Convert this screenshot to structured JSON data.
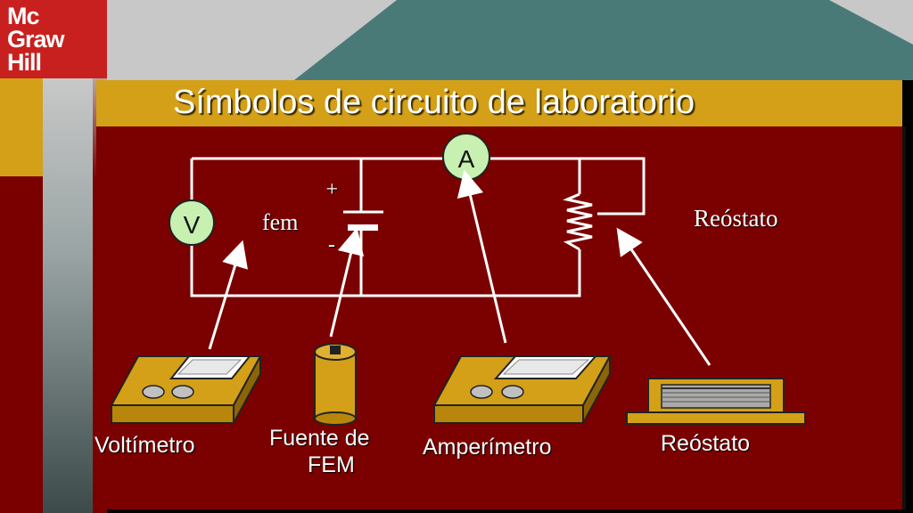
{
  "logo": {
    "line1": "Mc",
    "line2": "Graw",
    "line3": "Hill"
  },
  "slide": {
    "title": "Símbolos de circuito de laboratorio"
  },
  "circuit": {
    "voltmeter_symbol": "V",
    "ammeter_symbol": "A",
    "emf_label": "fem",
    "plus_sign": "+",
    "minus_sign": "-",
    "rheostat_label": "Reóstato"
  },
  "devices": {
    "voltmeter": "Voltímetro",
    "emf_source_line1": "Fuente de",
    "emf_source_line2": "FEM",
    "ammeter": "Amperímetro",
    "rheostat": "Reóstato"
  },
  "colors": {
    "panel": "#7b0000",
    "gold": "#d4a017",
    "meter_face": "#c8f0b0",
    "logo_red": "#c8201e"
  }
}
